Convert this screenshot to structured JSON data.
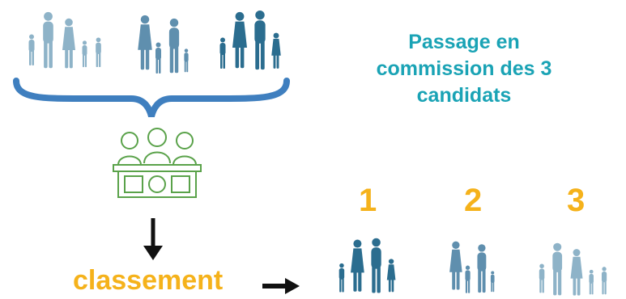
{
  "title": "Passage en commission des 3 candidats",
  "ranking": [
    "1",
    "2",
    "3"
  ],
  "result_label": "classement",
  "colors": {
    "family_light": "#8eb3c8",
    "family_mid": "#5f8fae",
    "family_dark": "#2b6d8f",
    "brace": "#3f7fbf",
    "commission": "#5aa24a",
    "title": "#1aa3b5",
    "accent": "#f5b21b",
    "arrow": "#111111"
  },
  "icons": [
    "family-icon",
    "commission-panel-icon",
    "brace-icon",
    "arrow-down-icon",
    "arrow-right-icon"
  ]
}
